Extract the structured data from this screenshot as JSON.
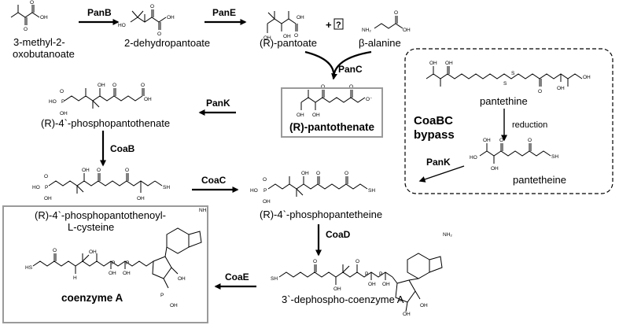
{
  "compounds": {
    "c1_line1": "3-methyl-2-",
    "c1_line2": "oxobutanoate",
    "c2": "2-dehydropantoate",
    "c3": "(R)-pantoate",
    "c3_plus": "+",
    "c3_unknown": "?",
    "c4": "β-alanine",
    "c5": "(R)-pantothenate",
    "c6": "(R)-4`-phosphopantothenate",
    "c7_line1": "(R)-4`-phosphopantothenoyl-",
    "c7_line2": "L-cysteine",
    "c8": "(R)-4`-phosphopantetheine",
    "c9": "3`-dephospho-coenzyme A",
    "c10": "coenzyme A",
    "c11": "pantethine",
    "c12": "pantetheine"
  },
  "enzymes": {
    "panB": "PanB",
    "panE": "PanE",
    "panC": "PanC",
    "panK": "PanK",
    "coaB": "CoaB",
    "coaC": "CoaC",
    "coaD": "CoaD",
    "coaE": "CoaE",
    "panK_bypass": "PanK"
  },
  "bypass": {
    "title_line1": "CoaBC",
    "title_line2": "bypass",
    "step_label": "reduction"
  },
  "atoms": {
    "O": "O",
    "OH": "OH",
    "HO": "HO",
    "P": "P",
    "S": "S",
    "SH": "SH",
    "HS": "HS",
    "NH2": "NH₂",
    "N": "N",
    "H": "H",
    "O_minus": "O⁻",
    "OH_ring": "OH"
  }
}
